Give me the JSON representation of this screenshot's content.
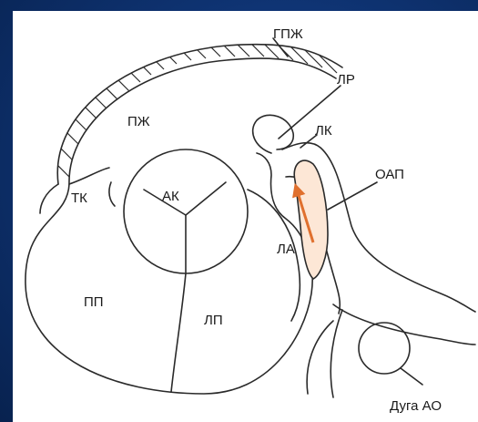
{
  "labels": {
    "gpzh": "ГПЖ",
    "lr": "ЛР",
    "pzh": "ПЖ",
    "lk": "ЛК",
    "oap": "ОАП",
    "tk": "ТК",
    "ak": "АК",
    "la": "ЛА",
    "pp": "ПП",
    "lp": "ЛП",
    "duga": "Дуга АО"
  },
  "colors": {
    "background": "#0f3474",
    "line": "#2a2a2a",
    "flow_arrow": "#e0702e",
    "duct_fill": "#fde7d6"
  }
}
